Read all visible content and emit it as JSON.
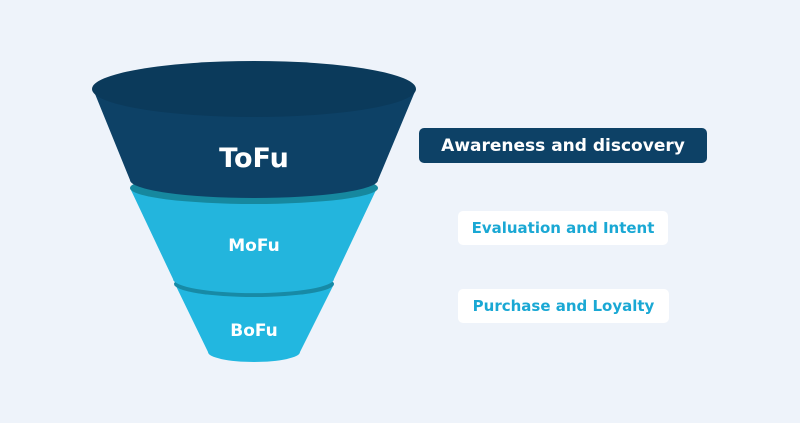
{
  "colors": {
    "background": "#eef3fa",
    "tofu": "#0d4166",
    "tofu_rim": "#0b3a5b",
    "mofu": "#23b5dd",
    "mofu_rim": "#16889f",
    "bofu": "#22b7e0",
    "bofu_rim": "#178aa6",
    "light_text": "#1aa8d4"
  },
  "funnel": {
    "tiers": [
      {
        "label": "ToFu",
        "color_key": "tofu"
      },
      {
        "label": "MoFu",
        "color_key": "mofu"
      },
      {
        "label": "BoFu",
        "color_key": "bofu"
      }
    ]
  },
  "stages": [
    {
      "label": "Awareness and discovery",
      "style": "dark"
    },
    {
      "label": "Evaluation and Intent",
      "style": "light"
    },
    {
      "label": "Purchase and Loyalty",
      "style": "light"
    }
  ]
}
